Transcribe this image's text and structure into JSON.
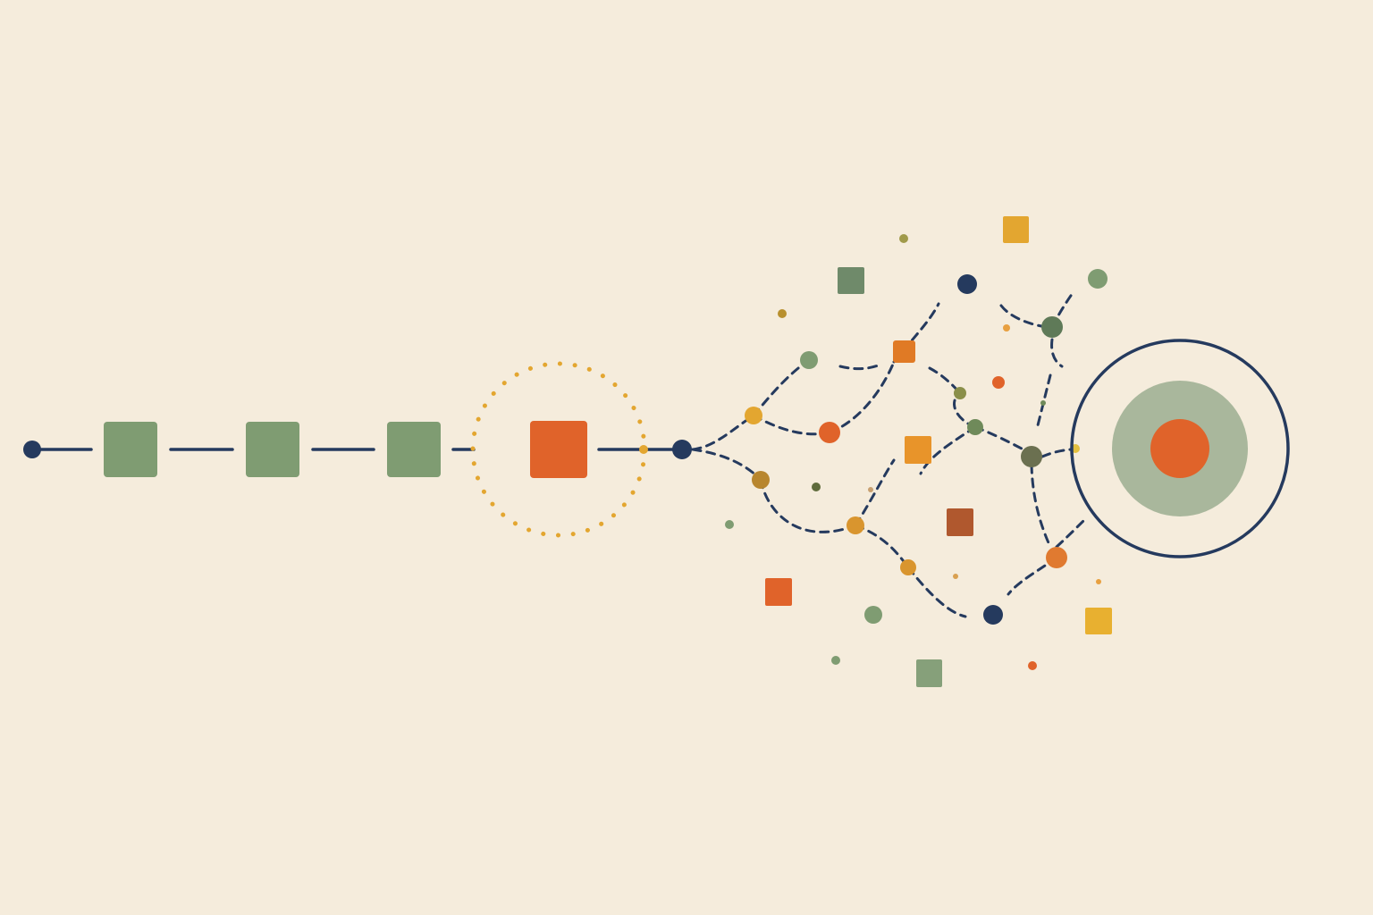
{
  "colors": {
    "background": "#f5ecdc",
    "navy": "#253a5e",
    "sage": "#7f9c72",
    "sage_dark": "#5f7a58",
    "sage_light": "#a9b79c",
    "orange": "#e0632a",
    "amber": "#e3a630",
    "amber_light": "#e8b24a",
    "olive": "#9a9a4a",
    "rust": "#b0582e"
  },
  "diagram": {
    "chain": {
      "start_node": "navy-dot",
      "step_count": 3,
      "step_shape": "sage-square",
      "highlight_step": "orange-square-in-dotted-ring",
      "end_node": "navy-dot"
    },
    "scatter_field": {
      "description_shapes": [
        "circle",
        "square"
      ],
      "connectors": "dashed-navy-curves"
    },
    "target": {
      "rings": [
        "navy-outline",
        "sage-disc",
        "orange-core"
      ]
    }
  }
}
